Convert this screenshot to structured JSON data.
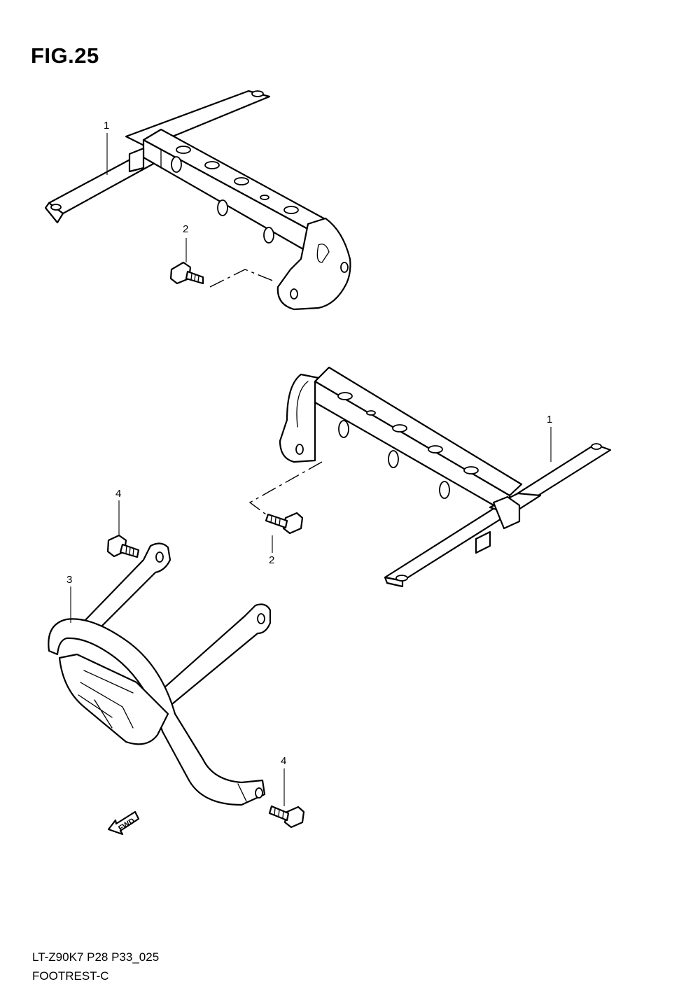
{
  "figure": {
    "title": "FIG.25"
  },
  "callouts": {
    "c1a": "1",
    "c2a": "2",
    "c1b": "1",
    "c2b": "2",
    "c4a": "4",
    "c3": "3",
    "c4b": "4"
  },
  "direction": {
    "fwd_label": "FWD"
  },
  "footer": {
    "code": "LT-Z90K7 P28 P33_025",
    "name": "FOOTREST-C"
  }
}
